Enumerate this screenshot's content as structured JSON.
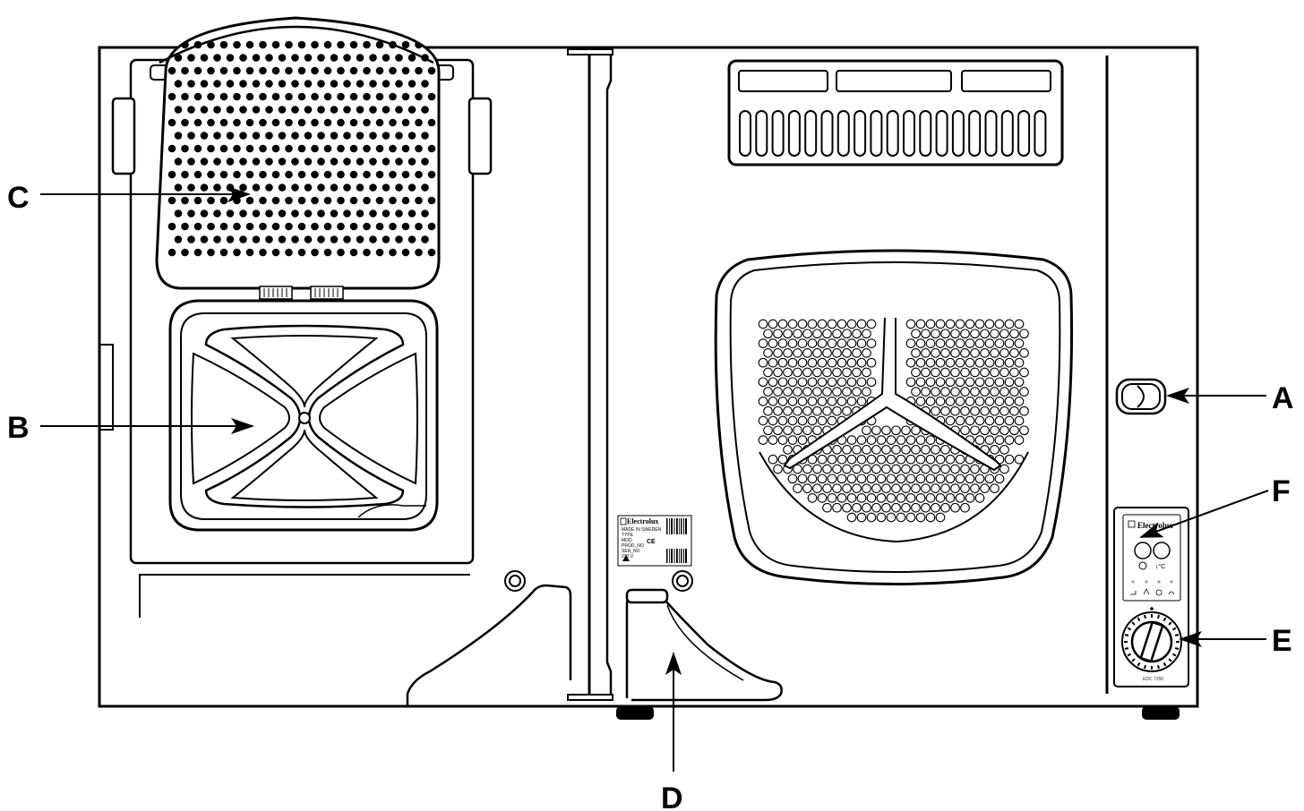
{
  "callouts": {
    "a": "A",
    "b": "B",
    "c": "C",
    "d": "D",
    "e": "E",
    "f": "F"
  },
  "rating_plate": {
    "brand": "Electrolux",
    "line1": "MADE IN SWEDEN",
    "line2": "TYPE",
    "line3": "MOD",
    "line4": "PROD_NO",
    "line5": "SER_NO",
    "line6": "230 V"
  },
  "control_panel": {
    "brand": "Electrolux",
    "temp_label": "↕°C",
    "model": "EDC 7250"
  },
  "colors": {
    "line": "#000000",
    "background": "#ffffff"
  }
}
